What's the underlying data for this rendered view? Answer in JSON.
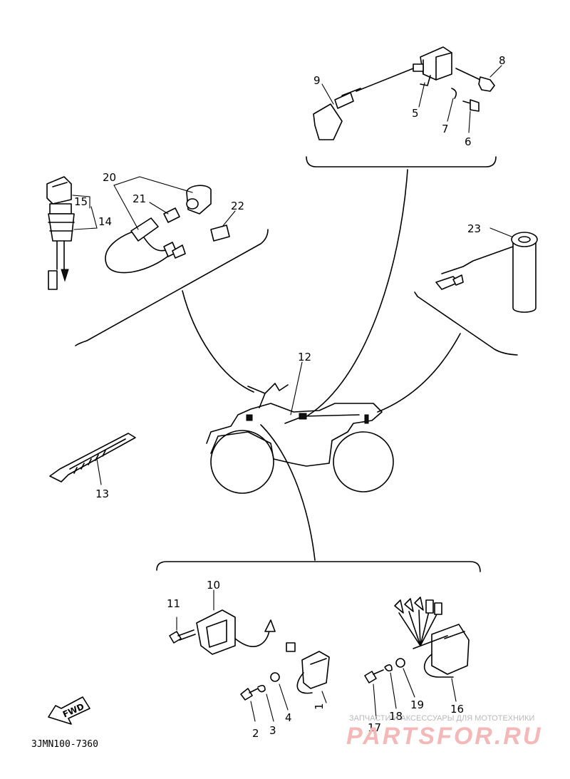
{
  "diagram": {
    "callouts": {
      "c1": "1",
      "c2": "2",
      "c3": "3",
      "c4": "4",
      "c5": "5",
      "c6": "6",
      "c7": "7",
      "c8": "8",
      "c9": "9",
      "c10": "10",
      "c11": "11",
      "c12": "12",
      "c13": "13",
      "c14": "14",
      "c15": "15",
      "c16": "16",
      "c17": "17",
      "c18": "18",
      "c19": "19",
      "c20": "20",
      "c21": "21",
      "c22": "22",
      "c23": "23"
    },
    "fwd_label": "FWD",
    "diagram_code": "3JMN100-7360"
  },
  "watermark": {
    "tagline": "ЗАПЧАСТИ И АКСЕССУАРЫ ДЛЯ МОТОТЕХНИКИ",
    "brand": "PARTSFOR.RU"
  }
}
